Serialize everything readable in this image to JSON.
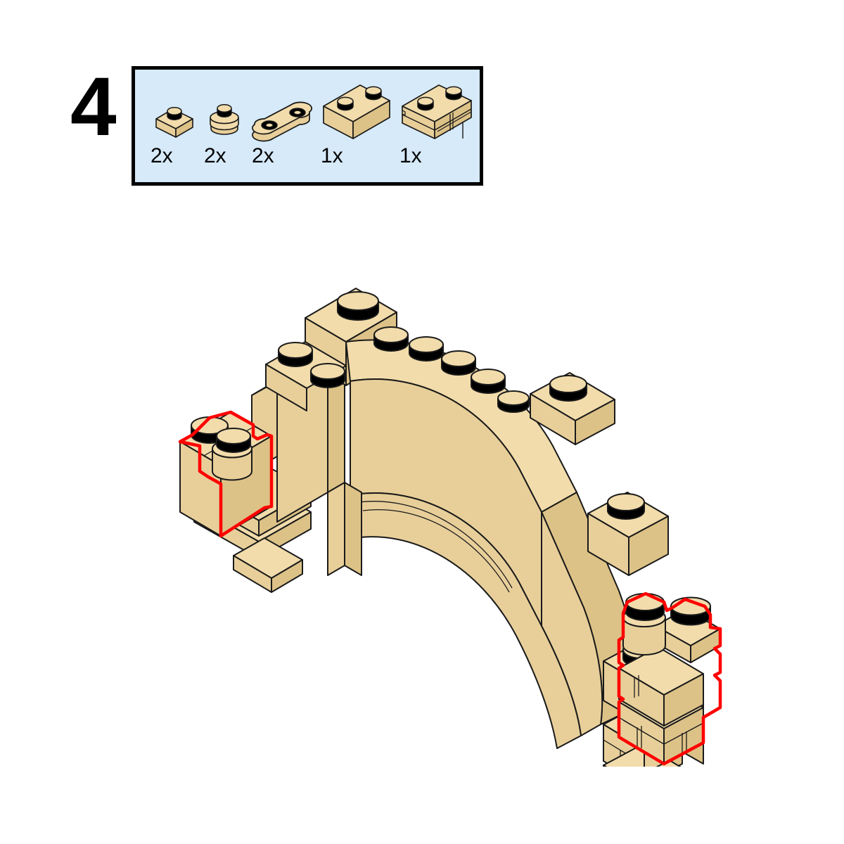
{
  "document": {
    "kind": "lego-building-instruction-page",
    "background_color": "#ffffff"
  },
  "step": {
    "number": "4",
    "number_color": "#000000"
  },
  "parts_callout": {
    "background_color": "#d6eaf9",
    "border_color": "#000000",
    "parts": [
      {
        "icon": "plate-1x1-icon",
        "name": "plate 1 x 1",
        "quantity": "2x",
        "color": "#f2dcab"
      },
      {
        "icon": "round-plate-1x1-icon",
        "name": "round plate 1 x 1",
        "quantity": "2x",
        "color": "#f2dcab"
      },
      {
        "icon": "plate-1x2-rounded-open-studs-icon",
        "name": "plate 1 x 2 rounded with open studs",
        "quantity": "2x",
        "color": "#f2dcab"
      },
      {
        "icon": "brick-1x2-icon",
        "name": "brick 1 x 2",
        "quantity": "1x",
        "color": "#f2dcab"
      },
      {
        "icon": "brick-1x2-masonry-profile-icon",
        "name": "brick 1 x 2 masonry profile",
        "quantity": "1x",
        "color": "#f2dcab"
      }
    ]
  },
  "assembly": {
    "title": "stone arch sub-assembly",
    "brick_color": "#f2dcab",
    "brick_shade_color": "#e8cf9a",
    "brick_dark_color": "#ddc287",
    "outline_color": "#1a1a1a",
    "stud_top_color": "#f2dcab",
    "stud_side_color": "#000000",
    "highlight_color": "#ff0000",
    "highlight_note": "new parts added this step are outlined in red",
    "highlight_regions": [
      {
        "name": "left-new-parts-highlight",
        "side": "left"
      },
      {
        "name": "right-new-parts-highlight",
        "side": "right"
      }
    ]
  }
}
